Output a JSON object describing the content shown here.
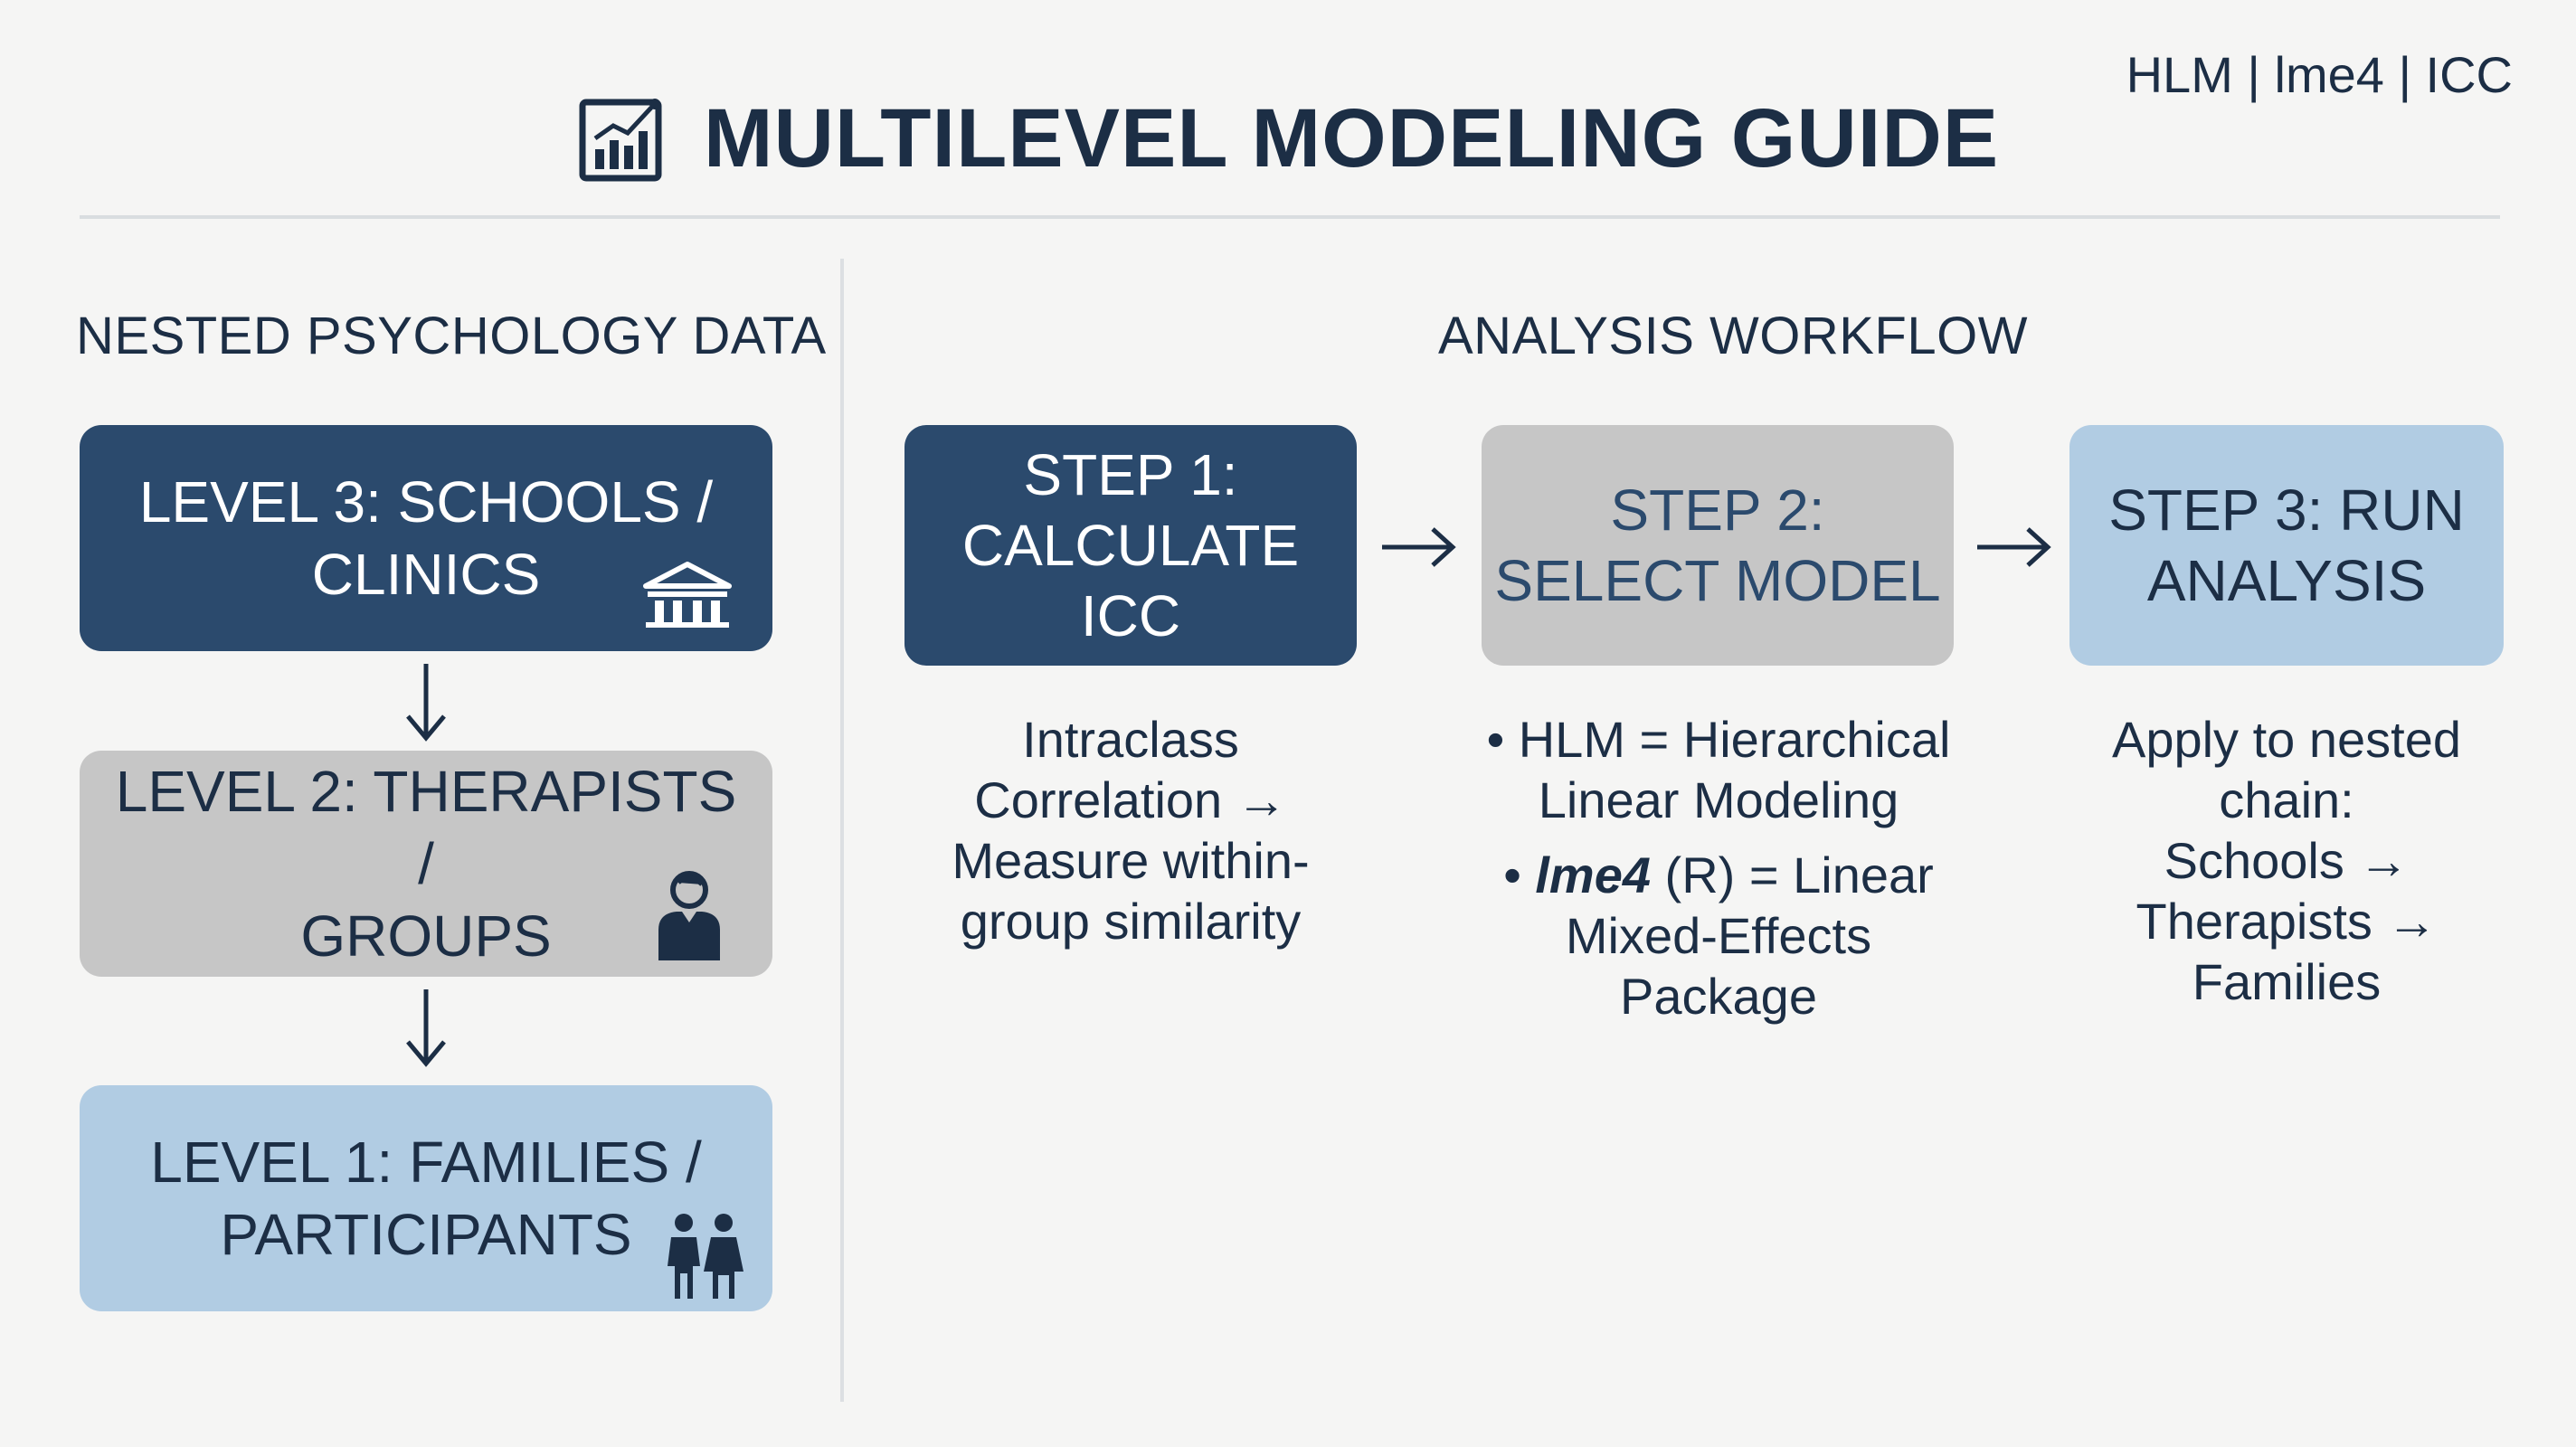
{
  "header": {
    "title": "MULTILEVEL MODELING GUIDE",
    "tags": "HLM | lme4 | ICC",
    "icon": "bar-chart-icon"
  },
  "left_panel": {
    "heading": "NESTED PSYCHOLOGY DATA",
    "levels": [
      {
        "label_line1": "LEVEL 3: SCHOOLS /",
        "label_line2": "CLINICS",
        "icon": "school-building-icon",
        "color": "#2b4a6d"
      },
      {
        "label_line1": "LEVEL 2: THERAPISTS /",
        "label_line2": "GROUPS",
        "icon": "person-icon",
        "color": "#c6c6c6"
      },
      {
        "label_line1": "LEVEL 1: FAMILIES /",
        "label_line2": "PARTICIPANTS",
        "icon": "family-icon",
        "color": "#b1cce3"
      }
    ]
  },
  "right_panel": {
    "heading": "ANALYSIS WORKFLOW",
    "steps": [
      {
        "label_line1": "STEP 1:",
        "label_line2": "CALCULATE ICC",
        "color": "#2b4a6d",
        "desc": [
          "Intraclass",
          "Correlation →",
          "Measure within-",
          "group similarity"
        ]
      },
      {
        "label_line1": "STEP 2:",
        "label_line2": "SELECT MODEL",
        "color": "#c6c6c6",
        "bullets": [
          {
            "prefix": "• ",
            "term": "HLM",
            "rest_line1": " = Hierarchical",
            "rest_line2": "Linear Modeling"
          },
          {
            "prefix": "• ",
            "term": "lme4",
            "rest_line1": " (R) = Linear",
            "rest_line2": "Mixed-Effects",
            "rest_line3": "Package"
          }
        ]
      },
      {
        "label_line1": "STEP 3: RUN",
        "label_line2": "ANALYSIS",
        "color": "#b1cce3",
        "desc": [
          "Apply to nested",
          "chain:",
          "Schools →",
          "Therapists →",
          "Families"
        ]
      }
    ]
  },
  "colors": {
    "navy": "#2b4a6d",
    "gray": "#c6c6c6",
    "light_blue": "#b1cce3",
    "text": "#1c2e45",
    "background": "#f5f5f4"
  }
}
